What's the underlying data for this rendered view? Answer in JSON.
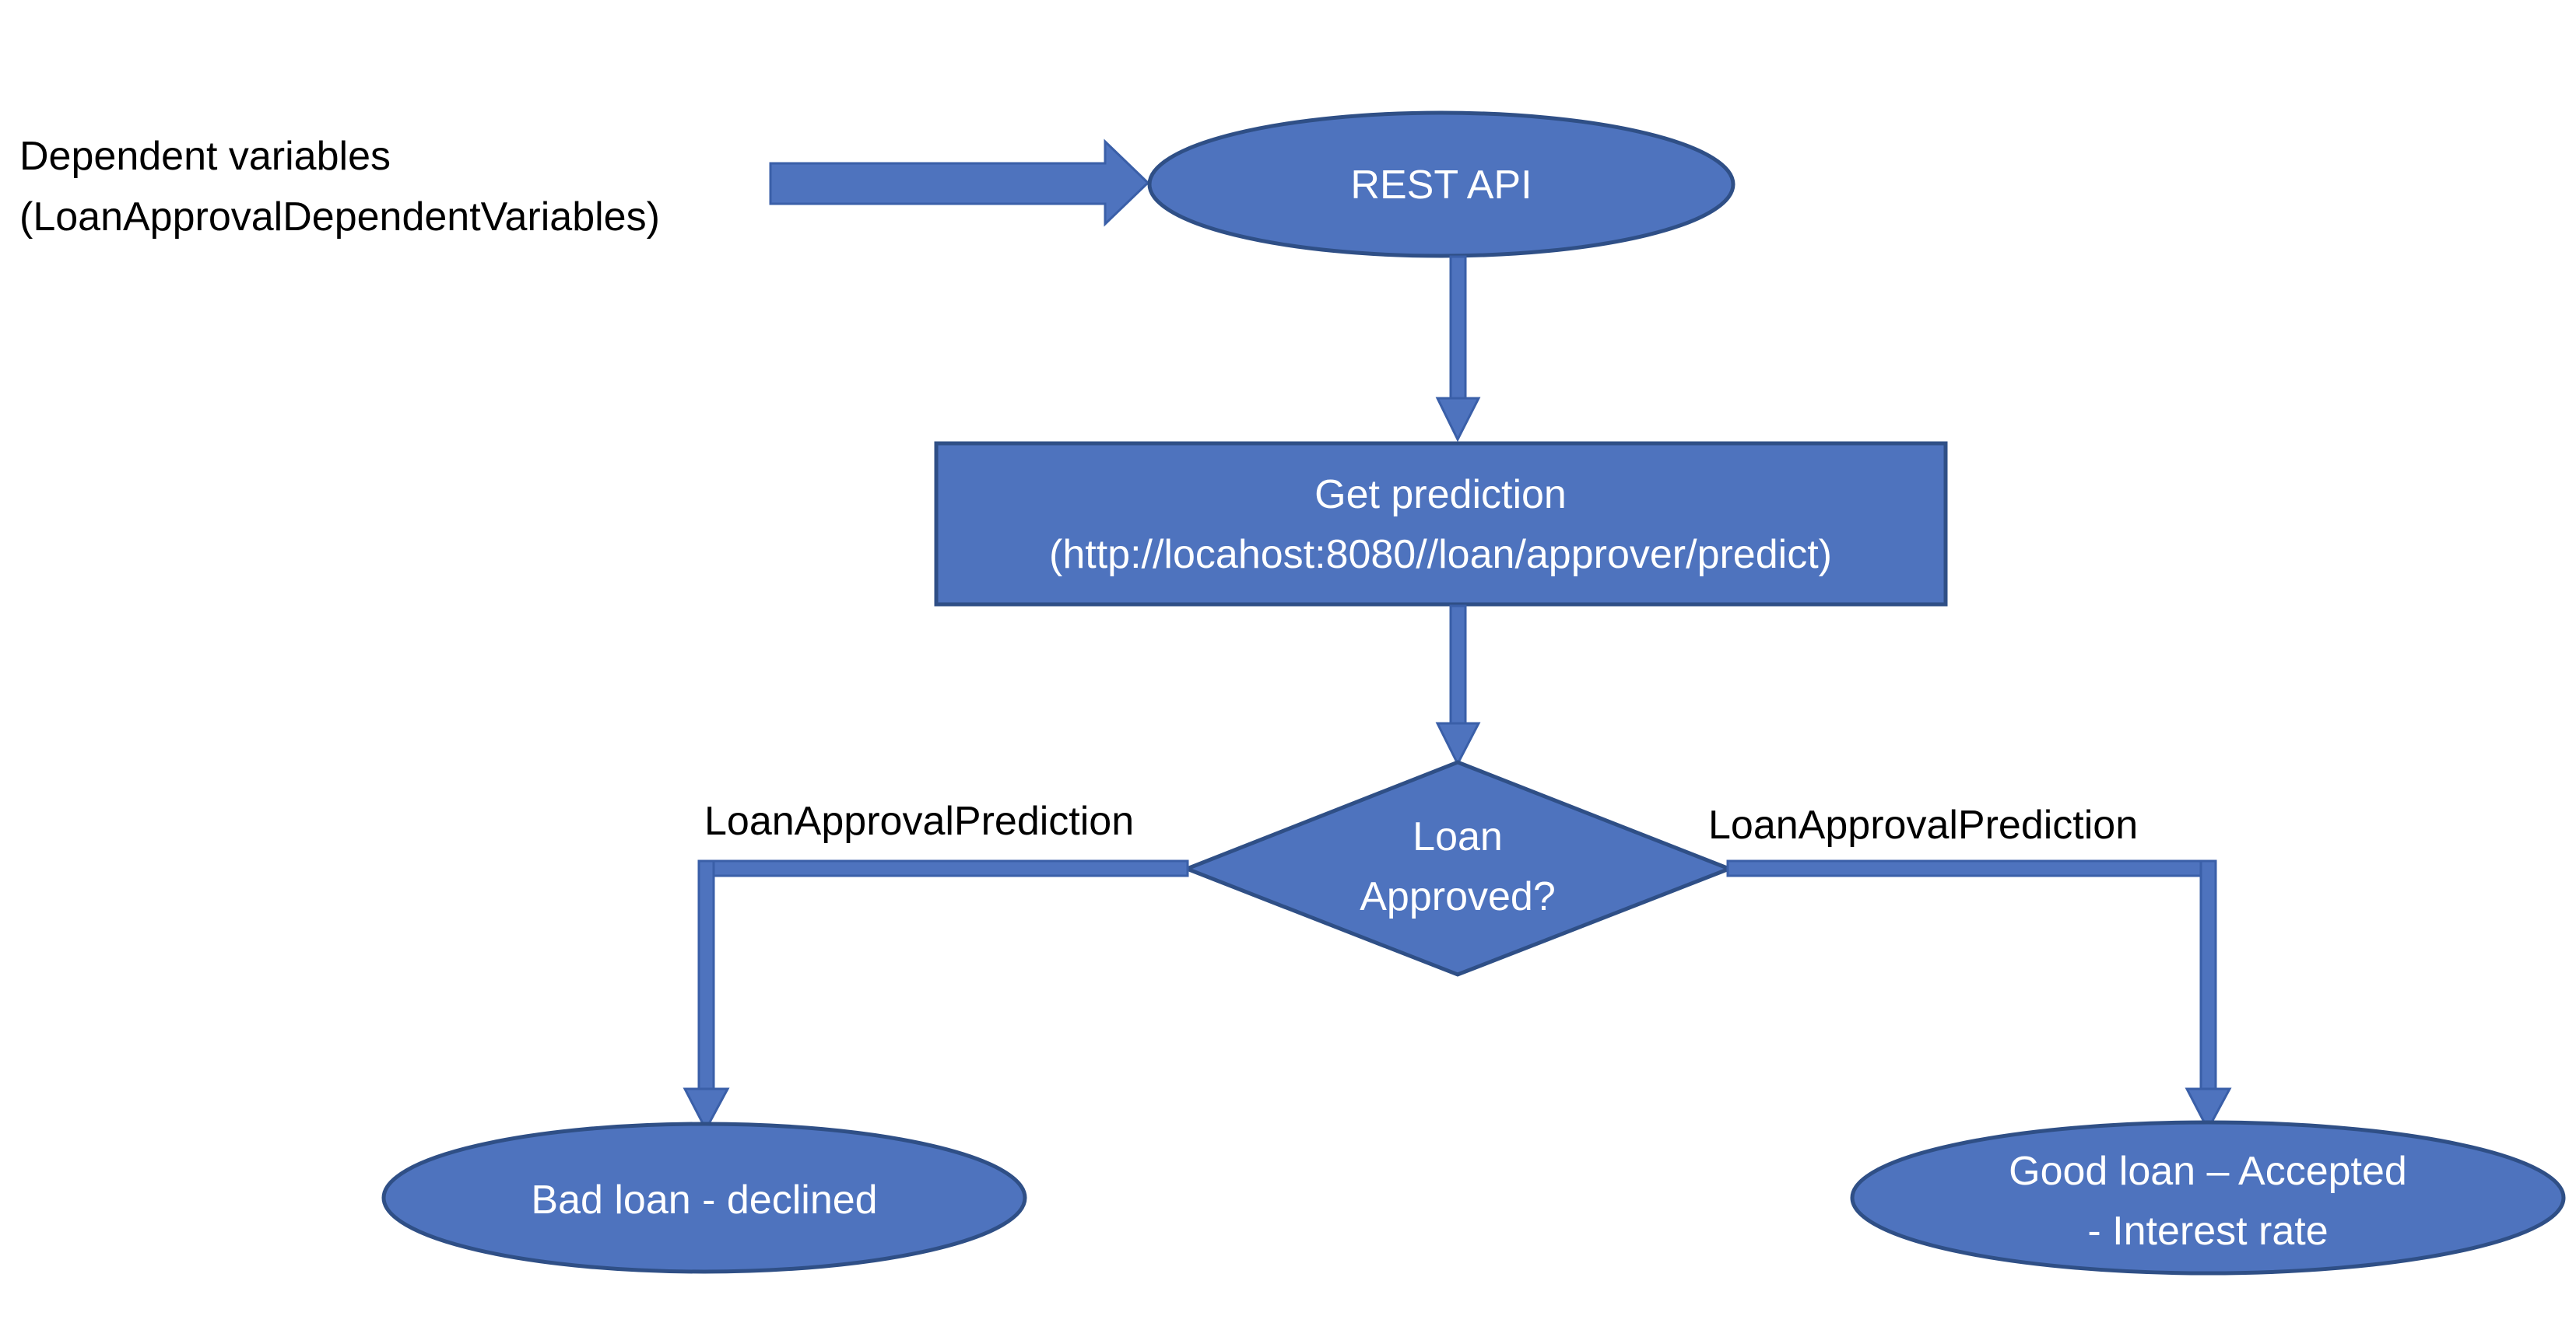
{
  "input": {
    "label_line1": "Dependent variables",
    "label_line2": "(LoanApprovalDependentVariables)"
  },
  "nodes": {
    "rest_api": "REST API",
    "get_prediction_line1": "Get prediction",
    "get_prediction_line2": "(http://locahost:8080//loan/approver/predict)",
    "decision_line1": "Loan",
    "decision_line2": "Approved?",
    "bad_loan": "Bad loan - declined",
    "good_loan_line1": "Good loan – Accepted",
    "good_loan_line2": "-  Interest rate"
  },
  "edges": {
    "left_label": "LoanApprovalPrediction",
    "right_label": "LoanApprovalPrediction"
  },
  "colors": {
    "shape_fill": "#4e73be",
    "shape_border": "#2f4f86",
    "text_on_shape": "#ffffff",
    "text_plain": "#000000"
  }
}
